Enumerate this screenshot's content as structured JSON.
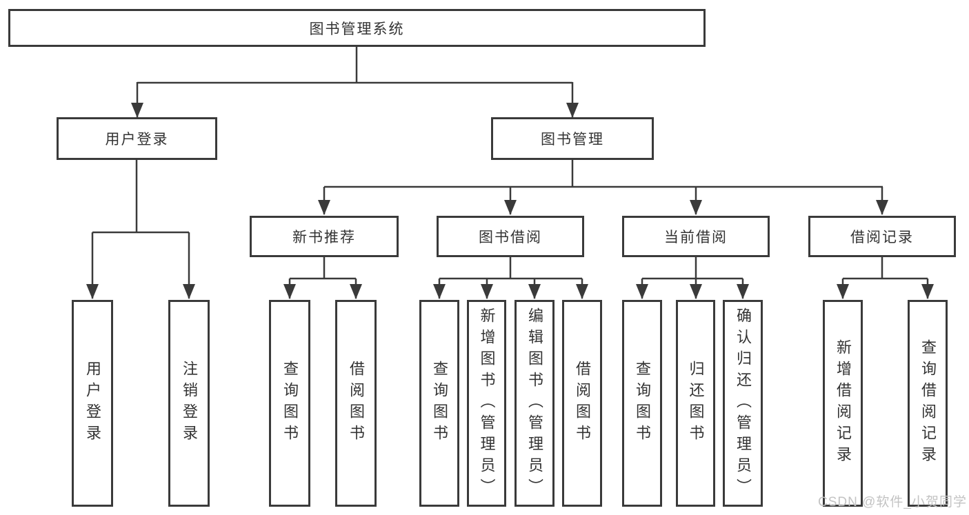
{
  "diagram": {
    "root": {
      "label": "图书管理系统"
    },
    "branches": [
      {
        "label": "用户登录",
        "children": [
          {
            "label": "用户登录"
          },
          {
            "label": "注销登录"
          }
        ]
      },
      {
        "label": "图书管理",
        "children": [
          {
            "label": "新书推荐",
            "children": [
              {
                "label": "查询图书"
              },
              {
                "label": "借阅图书"
              }
            ]
          },
          {
            "label": "图书借阅",
            "children": [
              {
                "label": "查询图书"
              },
              {
                "label": "新增图书（管理员）"
              },
              {
                "label": "编辑图书（管理员）"
              },
              {
                "label": "借阅图书"
              }
            ]
          },
          {
            "label": "当前借阅",
            "children": [
              {
                "label": "查询图书"
              },
              {
                "label": "归还图书"
              },
              {
                "label": "确认归还（管理员）"
              }
            ]
          },
          {
            "label": "借阅记录",
            "children": [
              {
                "label": "新增借阅记录"
              },
              {
                "label": "查询借阅记录"
              }
            ]
          }
        ]
      }
    ]
  },
  "watermark": {
    "text": "CSDN @软件_小贺同学"
  },
  "colors": {
    "line": "#3a3a3a",
    "text": "#333333",
    "watermark": "#c3c3c3",
    "background": "#ffffff"
  }
}
